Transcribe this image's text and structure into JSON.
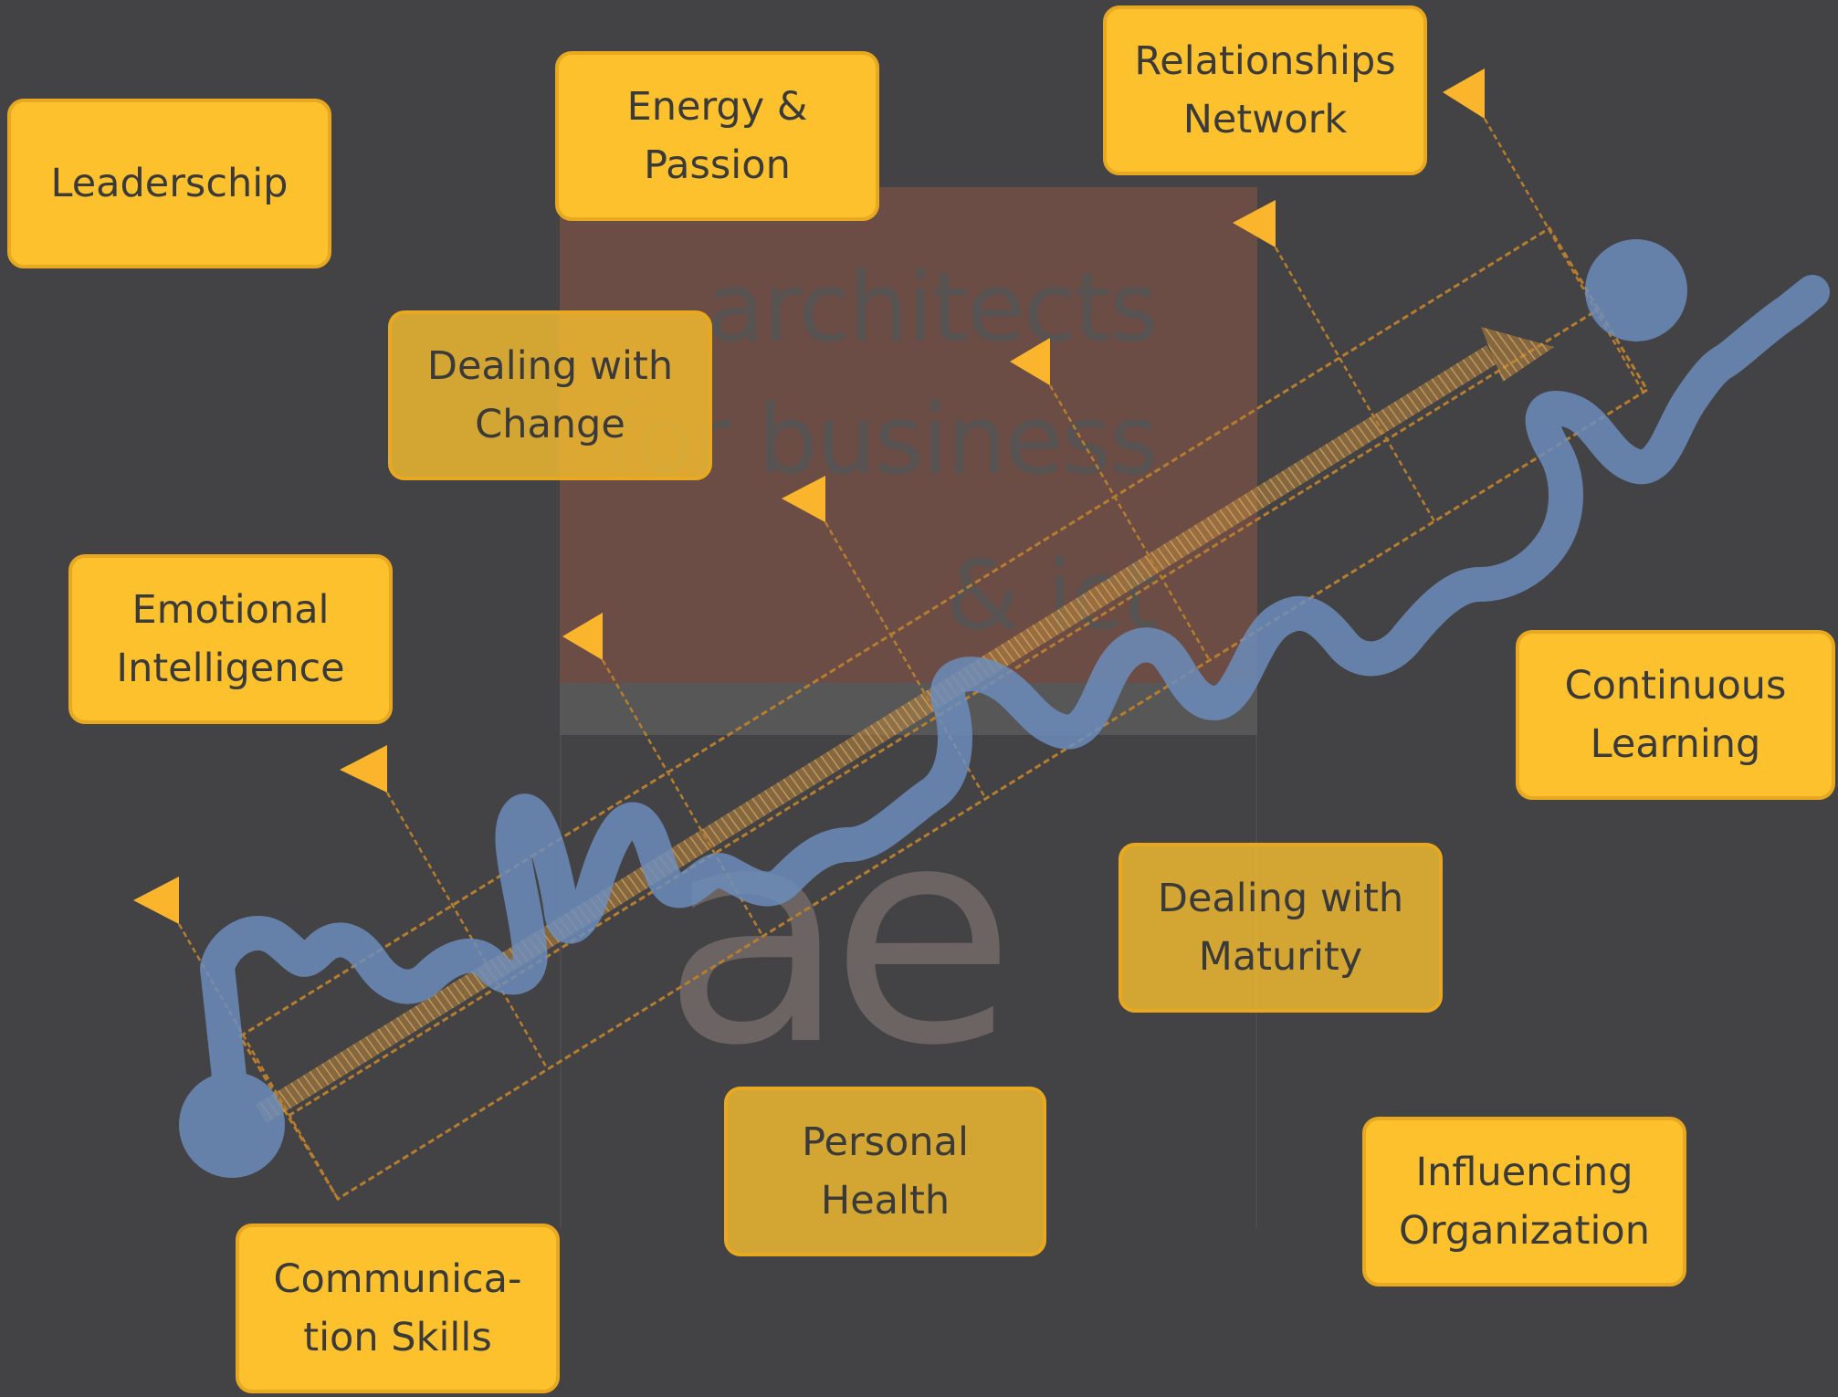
{
  "watermark": {
    "line1": "architects",
    "line2": "for business",
    "line3": "& ict",
    "logo": "ae"
  },
  "boxes": {
    "leaderschip": "Leaderschip",
    "energy_passion": "Energy &\nPassion",
    "relationships_network": "Relationships\nNetwork",
    "dealing_with_change": "Dealing with\nChange",
    "emotional_intelligence": "Emotional\nIntelligence",
    "continuous_learning": "Continuous\nLearning",
    "dealing_with_maturity": "Dealing with\nMaturity",
    "personal_health": "Personal\nHealth",
    "influencing_organization": "Influencing\nOrganization",
    "communication_skills": "Communica-\ntion Skills"
  },
  "colors": {
    "background": "#434345",
    "box_fill": "#fcc12d",
    "flag": "#fbb52c",
    "path": "#6d8fbf",
    "watermark_block": "#6b4d45"
  },
  "icons": {
    "flag": "triangle-flag-icon",
    "path_start": "circle-dot-icon",
    "path_end": "circle-dot-icon"
  }
}
